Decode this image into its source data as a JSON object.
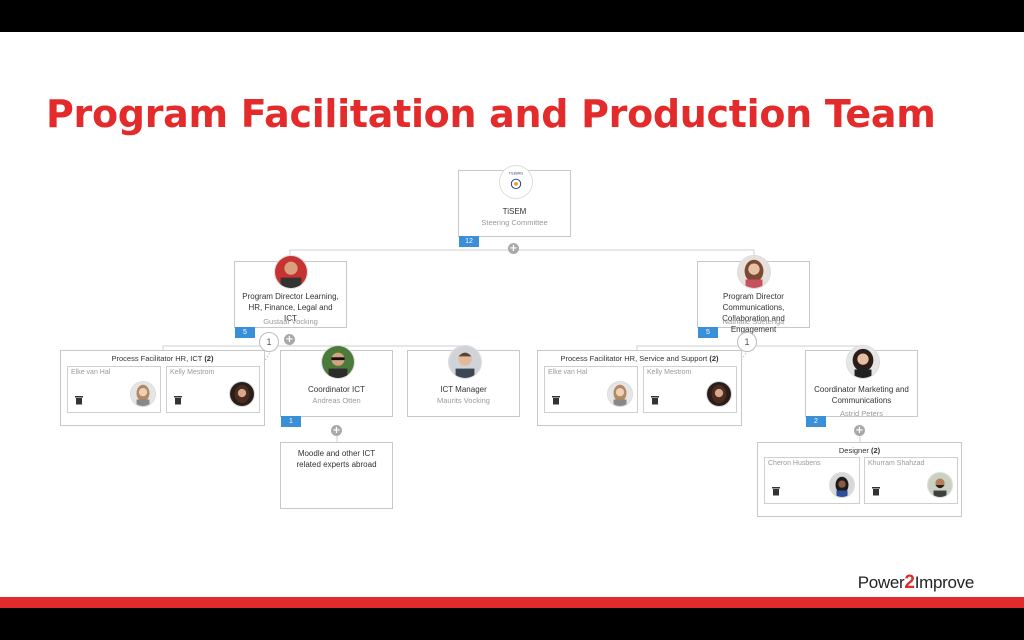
{
  "title": "Program Facilitation and Production Team",
  "logo": {
    "part1": "Power",
    "part2": "2",
    "part3": "Improve"
  },
  "colors": {
    "accent": "#e42b2b",
    "badge": "#3a8fd9"
  },
  "root": {
    "name": "TiSEM",
    "role": "Steering Committee",
    "badge": "12",
    "avatar": "university-logo"
  },
  "left_director": {
    "name": "Program Director Learning, HR, Finance, Legal and ICT",
    "person": "Gustaaf Vocking",
    "badge": "5",
    "count": "1"
  },
  "right_director": {
    "name": "Program Director Communications, Collaboration and Engagement",
    "person": "Nathalie Soetenga",
    "badge": "5",
    "count": "1"
  },
  "left_group": {
    "title": "Process Facilitator HR, ICT",
    "count": "(2)",
    "members": [
      {
        "name": "Elke van Hal"
      },
      {
        "name": "Kelly Mestrom"
      }
    ]
  },
  "coordinator_ict": {
    "name": "Coordinator ICT",
    "person": "Andreas Otten",
    "badge": "1"
  },
  "ict_manager": {
    "name": "ICT Manager",
    "person": "Maurits Vocking"
  },
  "moodle": {
    "name": "Moodle and other ICT related experts abroad"
  },
  "right_group": {
    "title": "Process Facilitator HR, Service and Support",
    "count": "(2)",
    "members": [
      {
        "name": "Elke van Hal"
      },
      {
        "name": "Kelly Mestrom"
      }
    ]
  },
  "coordinator_marketing": {
    "name": "Coordinator Marketing and Communications",
    "person": "Astrid Peters",
    "badge": "2"
  },
  "designer_group": {
    "title": "Designer",
    "count": "(2)",
    "members": [
      {
        "name": "Cheron Husbens"
      },
      {
        "name": "Khurram Shahzad"
      }
    ]
  }
}
